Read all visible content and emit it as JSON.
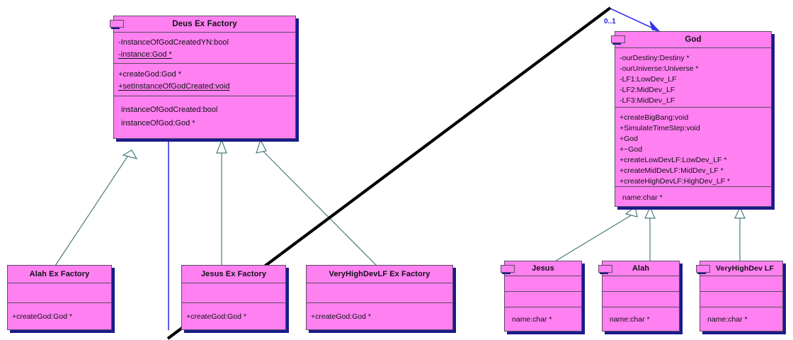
{
  "diagram": {
    "type": "uml-class-diagram",
    "background": "#ffffff",
    "class_fill": "#FF80F0",
    "class_border": "#5C4B63",
    "class_shadow": "#1A1A8C",
    "generalization_color": "#4A7A7A",
    "association_color": "#3333EE",
    "freehand_color": "#000000"
  },
  "classes": {
    "deus_ex_factory": {
      "title": "Deus Ex Factory",
      "attributes": [
        {
          "text": "-InstanceOfGodCreatedYN:bool",
          "underlined": false
        },
        {
          "text": "-instance:God *",
          "underlined": true
        }
      ],
      "operations": [
        {
          "text": "+createGod:God *",
          "underlined": false
        },
        {
          "text": "+setInstanceOfGodCreated:void",
          "underlined": true
        }
      ],
      "extras": [
        {
          "text": "instanceOfGodCreated:bool"
        },
        {
          "text": "instanceOfGod:God *"
        }
      ]
    },
    "god": {
      "title": "God",
      "attributes": [
        {
          "text": "-ourDestiny:Destiny *"
        },
        {
          "text": "-ourUniverse:Universe *"
        },
        {
          "text": "-LF1:LowDev_LF"
        },
        {
          "text": "-LF2:MidDev_LF"
        },
        {
          "text": "-LF3:MidDev_LF"
        }
      ],
      "operations": [
        {
          "text": "+createBigBang:void"
        },
        {
          "text": "+SimulateTimeStep:void"
        },
        {
          "text": "+God"
        },
        {
          "text": "+~God"
        },
        {
          "text": "+createLowDevLF:LowDev_LF *"
        },
        {
          "text": "+createMidDevLF:MidDev_LF *"
        },
        {
          "text": "+createHighDevLF:HighDev_LF *"
        }
      ],
      "extras": [
        {
          "text": "name:char *"
        }
      ]
    },
    "alah_ex_factory": {
      "title": "Alah Ex Factory",
      "attributes": [],
      "operations": [
        {
          "text": "+createGod:God *"
        }
      ]
    },
    "jesus_ex_factory": {
      "title": "Jesus Ex Factory",
      "attributes": [],
      "operations": [
        {
          "text": "+createGod:God *"
        }
      ]
    },
    "veryhighdevlf_ex_factory": {
      "title": "VeryHighDevLF Ex Factory",
      "attributes": [],
      "operations": [
        {
          "text": "+createGod:God *"
        }
      ]
    },
    "jesus": {
      "title": "Jesus",
      "attributes": [],
      "operations": [],
      "extras": [
        {
          "text": "name:char *"
        }
      ]
    },
    "alah": {
      "title": "Alah",
      "attributes": [],
      "operations": [],
      "extras": [
        {
          "text": "name:char *"
        }
      ]
    },
    "veryhighdev_lf": {
      "title": "VeryHighDev LF",
      "attributes": [],
      "operations": [],
      "extras": [
        {
          "text": "name:char *"
        }
      ]
    }
  },
  "labels": {
    "god_multiplicity": "0..1"
  },
  "relationships": [
    {
      "kind": "generalization",
      "from": "alah_ex_factory",
      "to": "deus_ex_factory"
    },
    {
      "kind": "generalization",
      "from": "jesus_ex_factory",
      "to": "deus_ex_factory"
    },
    {
      "kind": "generalization",
      "from": "veryhighdevlf_ex_factory",
      "to": "deus_ex_factory"
    },
    {
      "kind": "generalization",
      "from": "jesus",
      "to": "god"
    },
    {
      "kind": "generalization",
      "from": "alah",
      "to": "god"
    },
    {
      "kind": "generalization",
      "from": "veryhighdev_lf",
      "to": "god"
    },
    {
      "kind": "association",
      "from": "deus_ex_factory",
      "to": "god",
      "multiplicity": "0..1"
    }
  ]
}
